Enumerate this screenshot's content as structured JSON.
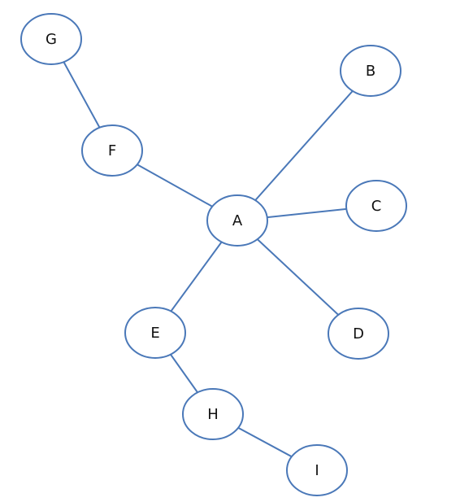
{
  "diagram": {
    "type": "directed-graph",
    "colors": {
      "stroke": "#4a78b8",
      "fill": "#ffffff",
      "text": "#111111"
    },
    "nodes": [
      {
        "id": "A",
        "label": "A"
      },
      {
        "id": "B",
        "label": "B"
      },
      {
        "id": "C",
        "label": "C"
      },
      {
        "id": "D",
        "label": "D"
      },
      {
        "id": "E",
        "label": "E"
      },
      {
        "id": "F",
        "label": "F"
      },
      {
        "id": "G",
        "label": "G"
      },
      {
        "id": "H",
        "label": "H"
      },
      {
        "id": "I",
        "label": "I"
      }
    ],
    "edges": [
      {
        "from": "A",
        "to": "B"
      },
      {
        "from": "A",
        "to": "C"
      },
      {
        "from": "A",
        "to": "D"
      },
      {
        "from": "A",
        "to": "E"
      },
      {
        "from": "A",
        "to": "F"
      },
      {
        "from": "F",
        "to": "G"
      },
      {
        "from": "E",
        "to": "H"
      },
      {
        "from": "H",
        "to": "I"
      }
    ]
  }
}
